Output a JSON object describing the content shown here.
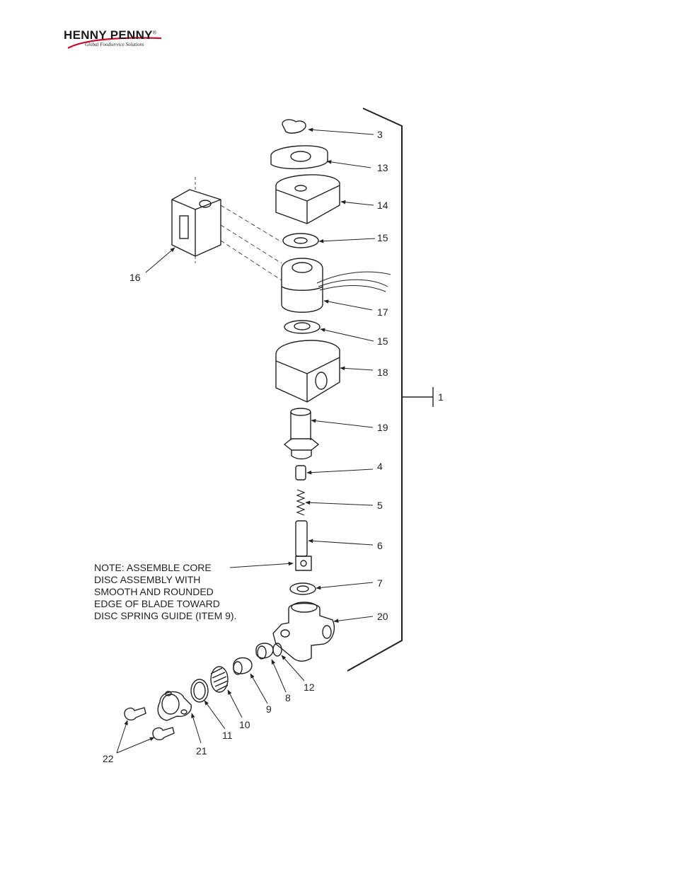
{
  "header": {
    "brand": "HENNY PENNY",
    "registered": "®",
    "tagline": "Global Foodservice Solutions"
  },
  "diagram": {
    "assembly_label": "1",
    "callouts": [
      {
        "id": "c3",
        "label": "3"
      },
      {
        "id": "c13",
        "label": "13"
      },
      {
        "id": "c14",
        "label": "14"
      },
      {
        "id": "c15a",
        "label": "15"
      },
      {
        "id": "c16",
        "label": "16"
      },
      {
        "id": "c17",
        "label": "17"
      },
      {
        "id": "c15b",
        "label": "15"
      },
      {
        "id": "c18",
        "label": "18"
      },
      {
        "id": "c19",
        "label": "19"
      },
      {
        "id": "c4",
        "label": "4"
      },
      {
        "id": "c5",
        "label": "5"
      },
      {
        "id": "c6",
        "label": "6"
      },
      {
        "id": "c7",
        "label": "7"
      },
      {
        "id": "c20",
        "label": "20"
      },
      {
        "id": "c12",
        "label": "12"
      },
      {
        "id": "c8",
        "label": "8"
      },
      {
        "id": "c9",
        "label": "9"
      },
      {
        "id": "c10",
        "label": "10"
      },
      {
        "id": "c11",
        "label": "11"
      },
      {
        "id": "c21",
        "label": "21"
      },
      {
        "id": "c22",
        "label": "22"
      }
    ],
    "note_lines": [
      "NOTE: ASSEMBLE CORE",
      "DISC ASSEMBLY WITH",
      "SMOOTH AND ROUNDED",
      "EDGE OF BLADE TOWARD",
      "DISC SPRING GUIDE (ITEM 9)."
    ]
  }
}
